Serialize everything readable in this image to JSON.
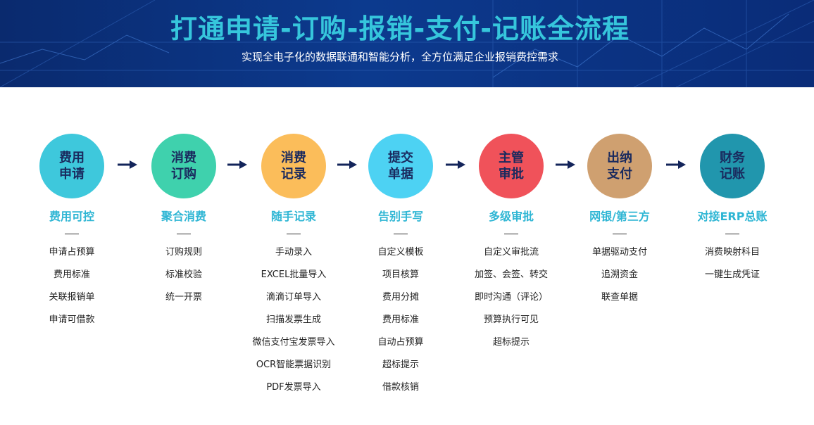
{
  "banner": {
    "title": "打通申请-订购-报销-支付-记账全流程",
    "subtitle": "实现全电子化的数据联通和智能分析，全方位满足企业报销费控需求"
  },
  "steps": [
    {
      "circle_line1": "费用",
      "circle_line2": "申请",
      "color": "#3ec8dc",
      "heading": "费用可控",
      "items": [
        "申请占预算",
        "费用标准",
        "关联报销单",
        "申请可借款"
      ]
    },
    {
      "circle_line1": "消费",
      "circle_line2": "订购",
      "color": "#3fd1ad",
      "heading": "聚合消费",
      "items": [
        "订购规则",
        "标准校验",
        "统一开票"
      ]
    },
    {
      "circle_line1": "消费",
      "circle_line2": "记录",
      "color": "#fbbd5a",
      "heading": "随手记录",
      "items": [
        "手动录入",
        "EXCEL批量导入",
        "滴滴订单导入",
        "扫描发票生成",
        "微信支付宝发票导入",
        "OCR智能票据识别",
        "PDF发票导入"
      ]
    },
    {
      "circle_line1": "提交",
      "circle_line2": "单据",
      "color": "#4dd2f3",
      "heading": "告别手写",
      "items": [
        "自定义模板",
        "项目核算",
        "费用分摊",
        "费用标准",
        "自动占预算",
        "超标提示",
        "借款核销"
      ]
    },
    {
      "circle_line1": "主管",
      "circle_line2": "审批",
      "color": "#f0525a",
      "heading": "多级审批",
      "items": [
        "自定义审批流",
        "加签、会签、转交",
        "即时沟通（评论）",
        "预算执行可见",
        "超标提示"
      ]
    },
    {
      "circle_line1": "出纳",
      "circle_line2": "支付",
      "color": "#cfa070",
      "heading": "网银/第三方",
      "items": [
        "单据驱动支付",
        "追溯资金",
        "联查单据"
      ]
    },
    {
      "circle_line1": "财务",
      "circle_line2": "记账",
      "color": "#2196ad",
      "heading": "对接ERP总账",
      "items": [
        "消费映射科目",
        "一键生成凭证"
      ]
    }
  ]
}
